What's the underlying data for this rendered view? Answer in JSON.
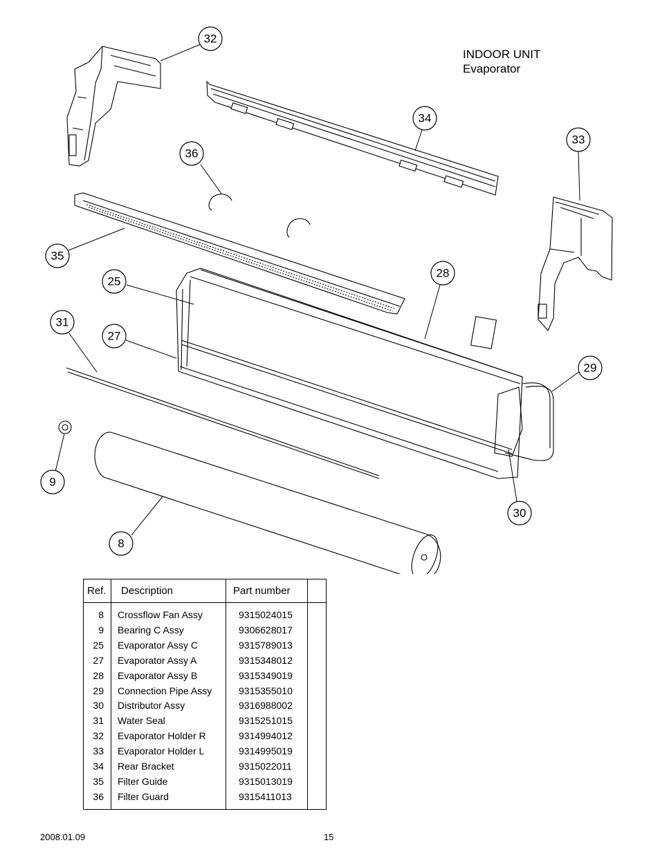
{
  "header": {
    "title_line1": "INDOOR UNIT",
    "title_line2": "Evaporator"
  },
  "callouts": [
    "32",
    "34",
    "33",
    "36",
    "35",
    "25",
    "28",
    "31",
    "27",
    "29",
    "9",
    "30",
    "8"
  ],
  "table": {
    "headers": {
      "ref": "Ref.",
      "description": "Description",
      "part_number": "Part number"
    },
    "rows": [
      {
        "ref": "8",
        "description": "Crossflow Fan Assy",
        "part_number": "9315024015"
      },
      {
        "ref": "9",
        "description": "Bearing C Assy",
        "part_number": "9306628017"
      },
      {
        "ref": "25",
        "description": "Evaporator Assy C",
        "part_number": "9315789013"
      },
      {
        "ref": "27",
        "description": "Evaporator Assy A",
        "part_number": "9315348012"
      },
      {
        "ref": "28",
        "description": "Evaporator Assy B",
        "part_number": "9315349019"
      },
      {
        "ref": "29",
        "description": "Connection Pipe Assy",
        "part_number": "9315355010"
      },
      {
        "ref": "30",
        "description": "Distributor Assy",
        "part_number": "9316988002"
      },
      {
        "ref": "31",
        "description": "Water Seal",
        "part_number": "9315251015"
      },
      {
        "ref": "32",
        "description": "Evaporator Holder R",
        "part_number": "9314994012"
      },
      {
        "ref": "33",
        "description": "Evaporator Holder L",
        "part_number": "9314995019"
      },
      {
        "ref": "34",
        "description": "Rear Bracket",
        "part_number": "9315022011"
      },
      {
        "ref": "35",
        "description": "Filter Guide",
        "part_number": "9315013019"
      },
      {
        "ref": "36",
        "description": "Filter Guard",
        "part_number": "9315411013"
      }
    ]
  },
  "footer": {
    "date": "2008.01.09",
    "page": "15"
  }
}
